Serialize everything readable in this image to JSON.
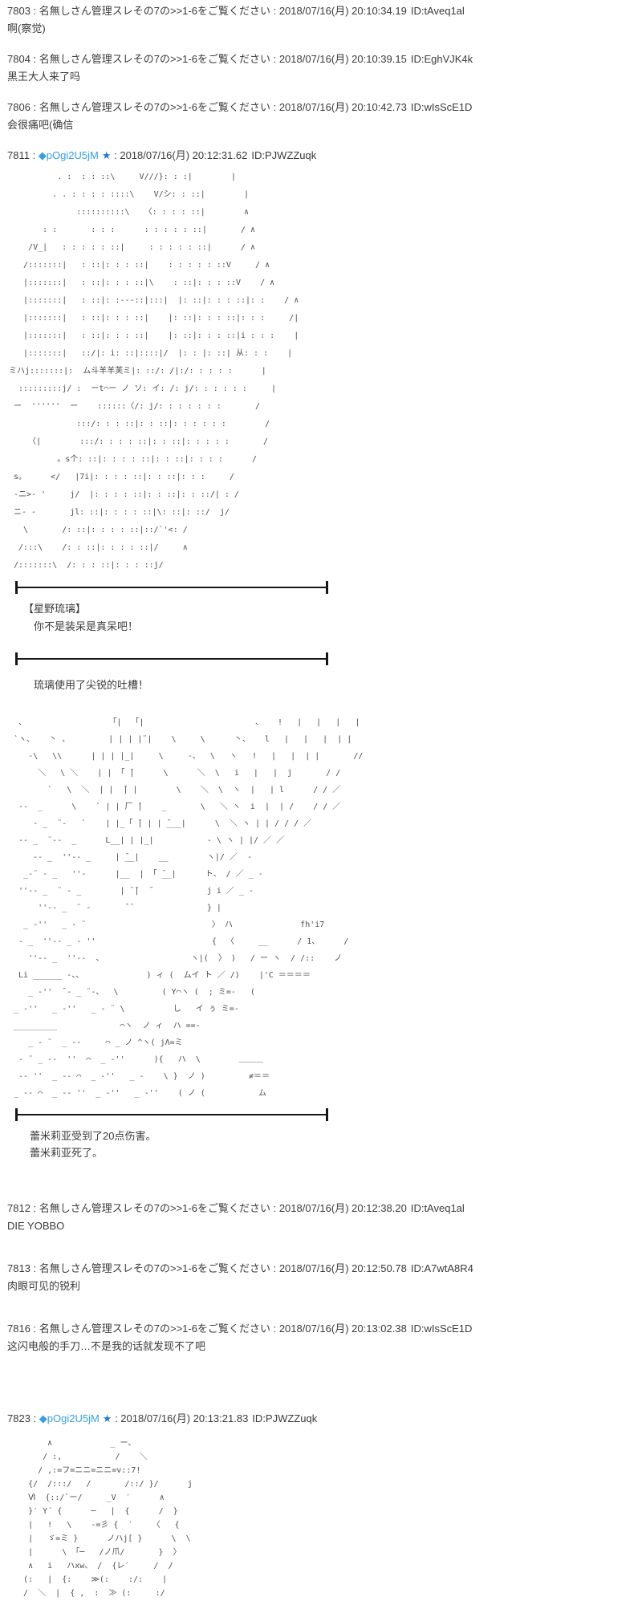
{
  "ui": {
    "sep": " : "
  },
  "posts": [
    {
      "number": "7803",
      "name": "名無しさん管理スレその7の>>1-6をご覧ください",
      "datetime": "2018/07/16(月) 20:10:34.19",
      "id": "ID:tAveq1al",
      "body": "啊(察觉)"
    },
    {
      "number": "7804",
      "name": "名無しさん管理スレその7の>>1-6をご覧ください",
      "datetime": "2018/07/16(月) 20:10:39.15",
      "id": "ID:EghVJK4k",
      "body": "黑王大人来了吗"
    },
    {
      "number": "7806",
      "name": "名無しさん管理スレその7の>>1-6をご覧ください",
      "datetime": "2018/07/16(月) 20:10:42.73",
      "id": "ID:wIsScE1D",
      "body": "会很痛吧(确信"
    },
    {
      "number": "7811",
      "tripcode": "◆pOgi2U5jM",
      "star": "★",
      "datetime": "2018/07/16(月) 20:12:31.62",
      "id": "ID:PJWZZuqk",
      "aa_character": [
        "          . :  : : ::\\     V///}: : :|        |",
        "         . . : : : : ::::\\    V/シ: : ::|        |",
        "              ::::::::::\\   〈: : : : ::|        ∧",
        "       : :       : : :      : : : : : ::|       / ∧",
        "    /V_|   : : : : : ::|     : : : : : ::|      / ∧",
        "   /:::::::|   : ::|: : : ::|    : : : : : ::V     / ∧",
        "   |:::::::|   : ::|: : : ::|\\    : ::|: : : ::V    / ∧",
        "   |:::::::|   : ::|: :---::|:::|  |: ::|: : : ::|: :    / ∧",
        "   |:::::::|   : ::|: : : ::|    |: ::|: : : ::|: : :     /|",
        "   |:::::::|   : ::|: : : ::|    |: ::|: : : ::|i : : :    |",
        "   |:::::::|   ::/|: i: ::|::::|/  |: : |: ::| 从: : :    |",
        "ミハj:::::::|:  ム斗羊羊芙ミ|: ::/: /|:/: : : : :      |",
        "  :::::::::j/ :  ーt⌒ー ノ ソ: イ: /: j/: : : : : :     |",
        " ー  ''''''  ー    ::::::〈/: j/: : : : : : :       /",
        "              :::/: : : ::|: : ::|: : : : : :        /",
        "    〈|        :::/: : : : ::|: : ::|: : : : :       /",
        "          。s个: ::|: : : : ::|: : ::|: : : :      /",
        " s。     </   |7i|: : : : ::|: : ::|: : :     /",
        " -ニ>- '     j/  |: : : : ::|: : ::|: : ::/| : /",
        " ニ- -       jl: ::|: : : : ::|\\: ::|: ::/  j/",
        "   \\       /: ::|: : : : ::|::/`'<: /",
        "  /:::\\    /: : ::|: : : : ::|/     ∧",
        " /:::::::\\  /: : : ::|: : : ::j/"
      ],
      "speaker": "【星野琉璃】",
      "dialog": "你不是装呆是真呆吧！",
      "action": "琉璃使用了尖锐的吐槽！",
      "aa_explosion": [
        "  、                 「|  「|                       、   !   |   |   |   |",
        " `ヽ、   丶 、        | | | |¨|    \\     \\      丶、   l   |   |   |  | |",
        "    ‐\\   \\\\      | | | |_|     \\     ‐、  \\   ヽ   !   |   |  | |       //",
        "      ＼   \\ ＼    | | 「 ̄|      \\      ＼  \\   i   |   |  j       / /",
        "        `   \\  ＼  | |  ̄| |        \\    ＼  \\  ヽ  |   | l      / / ／",
        "  ‐-  _      \\    ` | | 厂 ̄|    _       \\   ＼ ヽ  i  |  | /    / / ／",
        "     - _  ¨‐   `    | |_「 ̄| | | ̄___|      \\  ＼ ヽ | | / / / ／",
        "  ‐- _  ¨‐-  _      L__| | |_|           ‐ \\ ヽ | |/ ／ ／",
        "     ‐- _  ''‐- _     | ̄__|    __        ヽ|/ ／  ‐",
        "   _‐¨ - _   ''‐      |__  | 「 ̄__|      ト、 / ／ _ ‐",
        "  ''‐- _  ¨ - _        | ̄ ̄|  ̄            j i ／ _ ‐",
        "      ''‐- _  ¨ -       ̄ ̄                } |",
        "   _ -''   _ - ¨                          〉 ハ              fh'i7",
        "  - _  ''‐- _ - ''                        {  〈     __      / 1、     /",
        "    ''‐- _  ''‐-  、                  ヽ|(  〉 )   / ー ヽ  / /::    ノ",
        "  Li ______ ‐、、             ) ィ (  ムイ ト ／ /)    |'C ＝＝＝＝",
        "    _ ‐''  ̄ - _ ¨‐、  \\         ( Y⌒ヽ (  ; ミ=‐   (",
        " _ ‐''   _ ‐''   _ ‐ ¨ \\          し   イ ぅ ミ=‐",
        " _________             ⌒ヽ  ノ ィ  ハ ==‐",
        "    _ ‐ ¨  _ ‐‐     ⌒ _ ノ ^ヽ( jΛ=ミ",
        "  ‐ ¨ _ ‐‐  ''  ⌒  _ ‐''      ){   ハ  \\        ＿＿＿",
        "  ‐‐ ''  _ ‐‐ ⌒  _ ‐''   _ ‐    \\ }  ノ )         ≠＝＝",
        " _ ‐‐ ⌒  _ ‐‐ ''  _ ‐''   _ ‐''    ( ノ (           ム"
      ],
      "results": [
        "蕾米莉亚受到了20点伤害。",
        "蕾米莉亚死了。"
      ]
    },
    {
      "number": "7812",
      "name": "名無しさん管理スレその7の>>1-6をご覧ください",
      "datetime": "2018/07/16(月) 20:12:38.20",
      "id": "ID:tAveq1al",
      "body": "DIE YOBBO"
    },
    {
      "number": "7813",
      "name": "名無しさん管理スレその7の>>1-6をご覧ください",
      "datetime": "2018/07/16(月) 20:12:50.78",
      "id": "ID:A7wtA8R4",
      "body": "肉眼可见的锐利"
    },
    {
      "number": "7816",
      "name": "名無しさん管理スレその7の>>1-6をご覧ください",
      "datetime": "2018/07/16(月) 20:13:02.38",
      "id": "ID:wIsScE1D",
      "body": "这闪电般的手刀…不是我的话就发现不了吧"
    },
    {
      "number": "7823",
      "tripcode": "◆pOgi2U5jM",
      "star": "★",
      "datetime": "2018/07/16(月) 20:13:21.83",
      "id": "ID:PJWZZuqk",
      "aa_bottom": [
        "        ∧            _ ー、",
        "       / :,           /    ＼",
        "      / ,:=フ=ニニ=ニニ=v::7!",
        "    {/  /:::/   /       /::/ }/      j",
        "    Ⅵ  {::/`ー/     _V  ′      ∧",
        "    }′ Y´ {      ─   |  {      /  }",
        "    |   !   \\    -=彡 {  ′    〈   {",
        "    |   ゞ=ミ }      ノハj[ }      \\  \\",
        "    |      \\ 「─   /ノ爪/       }  〉",
        "    ∧   i   ハxw、 /  {レ′     /  /",
        "   (:   |  {:    ≫(:    :/:    |",
        "   /  ＼  |  { ,  :  ≫ (:     :/"
      ]
    }
  ]
}
